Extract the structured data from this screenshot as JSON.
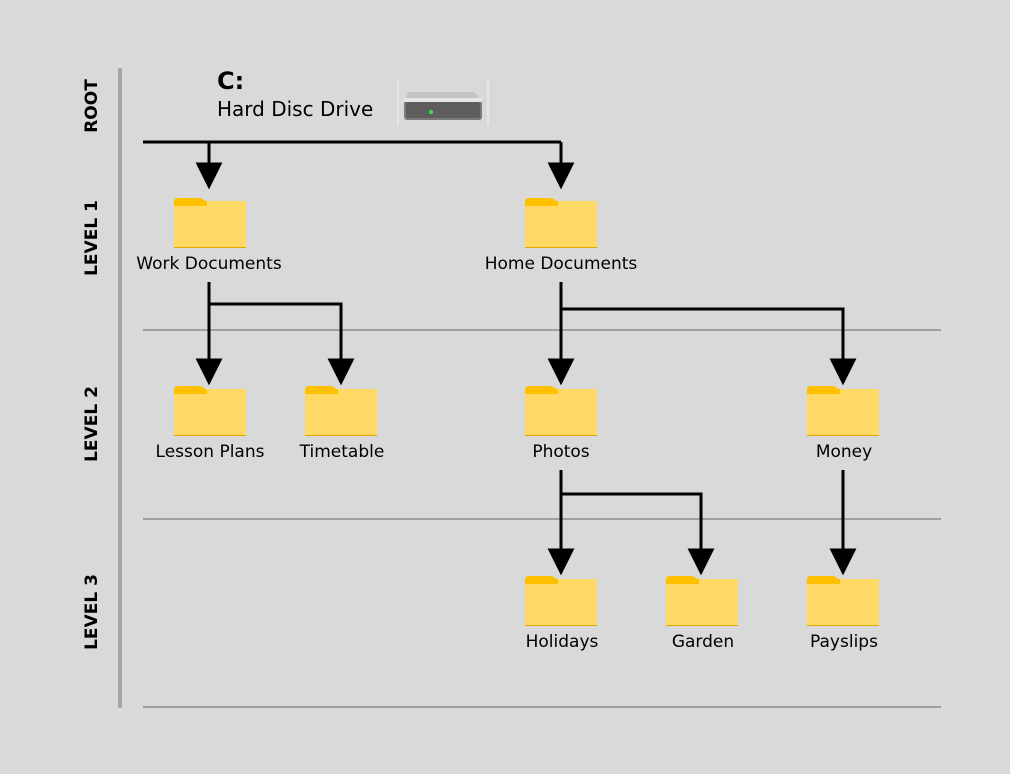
{
  "levels": [
    "ROOT",
    "LEVEL 1",
    "LEVEL 2",
    "LEVEL 3"
  ],
  "root": {
    "letter": "C:",
    "name": "Hard Disc Drive",
    "icon": "hard-drive-icon"
  },
  "folders": {
    "work_documents": "Work Documents",
    "home_documents": "Home Documents",
    "lesson_plans": "Lesson Plans",
    "timetable": "Timetable",
    "photos": "Photos",
    "money": "Money",
    "holidays": "Holidays",
    "garden": "Garden",
    "payslips": "Payslips"
  },
  "colors": {
    "background": "#d9d9d9",
    "folder_body": "#ffd966",
    "folder_tab": "#ffc000",
    "connector": "#000000",
    "separator": "#8c8c8c",
    "level_bar": "#a6a6a6"
  }
}
